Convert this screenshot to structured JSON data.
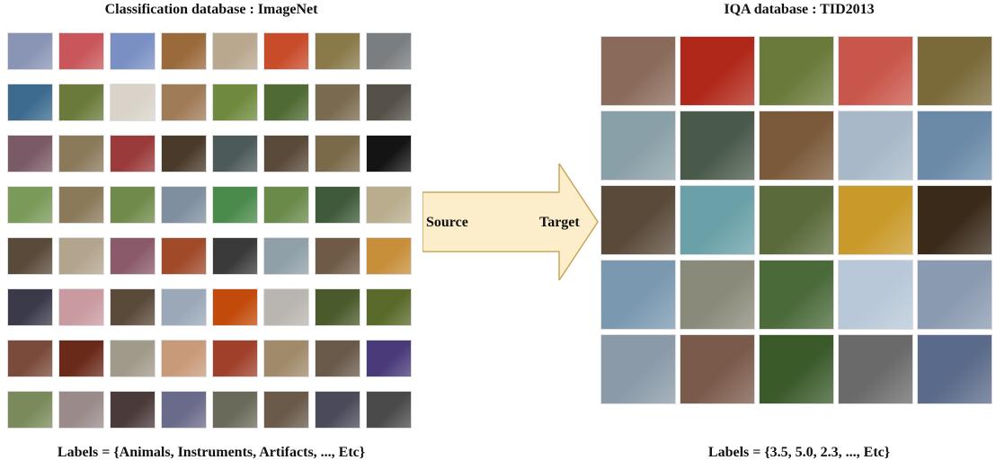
{
  "left_panel": {
    "title": "Classification database : ImageNet",
    "labels": "Labels = {Animals, Instruments, Artifacts, ..., Etc}"
  },
  "right_panel": {
    "title": "IQA database : TID2013",
    "labels": "Labels = {3.5, 5.0, 2.3, ..., Etc}"
  },
  "arrow": {
    "source_label": "Source",
    "target_label": "Target",
    "fill_color": "#fdeecb",
    "stroke_color": "#c9a75a"
  },
  "left_thumbnails": {
    "rows": [
      [
        "#8a95b5",
        "#c8565a",
        "#7a8fc4",
        "#9a6a3a",
        "#b9a78e",
        "#c84b2a",
        "#8a7a4a",
        "#7a7e80"
      ],
      [
        "#3d6b8f",
        "#6a7a3a",
        "#d9d3c9",
        "#a07b58",
        "#6f8a3e",
        "#4f6a32",
        "#7a6a50",
        "#555048"
      ],
      [
        "#7a5a66",
        "#8a7a5a",
        "#9a3a3a",
        "#4a3a2a",
        "#4d5a5a",
        "#5a4a3a",
        "#7a6a4a",
        "#141414"
      ],
      [
        "#7a9a5a",
        "#8a7a5a",
        "#6f8a4a",
        "#7f8fa0",
        "#4a8a4a",
        "#6a8a4a",
        "#3f5a3a",
        "#b9ad8e"
      ],
      [
        "#5a4a3a",
        "#b3a48e",
        "#8a5a6a",
        "#a04a2a",
        "#3a3a3a",
        "#8fa0a8",
        "#6f5a46",
        "#c78f3a"
      ],
      [
        "#3a3a4a",
        "#c99aa0",
        "#5a4a3a",
        "#9aa8b8",
        "#c24a0a",
        "#b9b5b0",
        "#4a5a2a",
        "#5a6a2a"
      ],
      [
        "#7a4a3a",
        "#6a2a1a",
        "#a09a8a",
        "#c99a7a",
        "#a0402a",
        "#a08a6a",
        "#6a5a4a",
        "#4a3a7a"
      ],
      [
        "#7a8a5a",
        "#9a8a8a",
        "#4a3a3a",
        "#6a6a8a",
        "#6a6a5a",
        "#6a5a4a",
        "#4a4a5a",
        "#4a4a4a"
      ]
    ]
  },
  "right_thumbnails": {
    "rows": [
      [
        "#8a6a5a",
        "#b0281a",
        "#6a7a3a",
        "#c9564a",
        "#7a6a3a"
      ],
      [
        "#8aa0a8",
        "#4a5a4a",
        "#7a5a3a",
        "#a8b8c8",
        "#6a8aa8"
      ],
      [
        "#5a4a3a",
        "#6aa0a8",
        "#5a6a3a",
        "#c99a2a",
        "#3a2a1a"
      ],
      [
        "#7a98b0",
        "#8a8a7a",
        "#4a6a3a",
        "#b8c8d8",
        "#8a9ab0"
      ],
      [
        "#8a9aa8",
        "#7a5a4a",
        "#3a5a2a",
        "#6a6a6a",
        "#5a6a8a"
      ]
    ]
  }
}
